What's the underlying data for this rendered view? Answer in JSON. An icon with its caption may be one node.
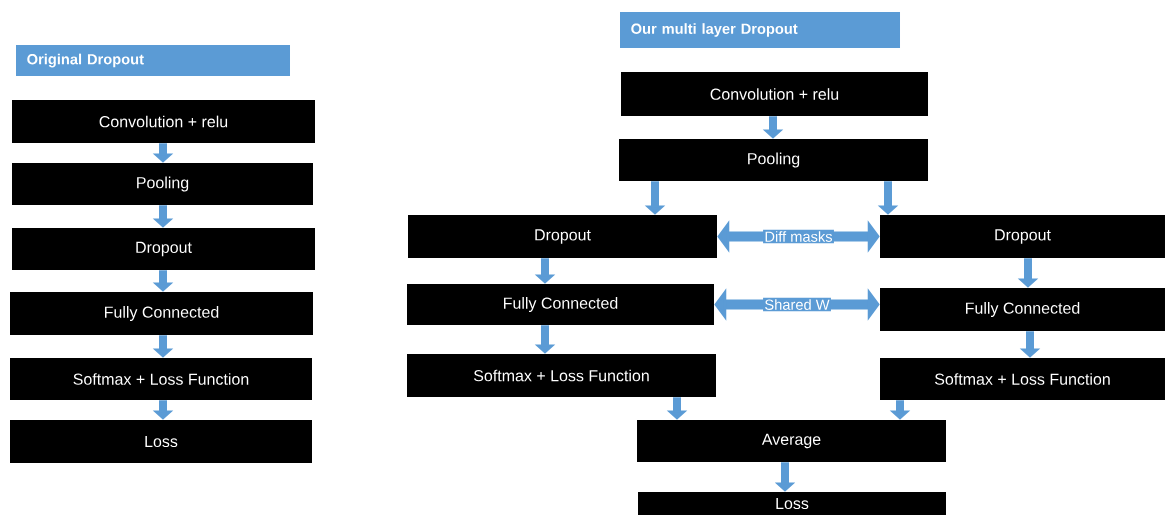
{
  "diagram": {
    "nodes": [
      {
        "text": [
          "Original Dropout"
        ]
      },
      {
        "text": [
          "Convolution + relu"
        ]
      },
      {
        "text": [
          "Pooling"
        ]
      },
      {
        "text": [
          "Dropout"
        ]
      },
      {
        "text": [
          "Fully Connected"
        ]
      },
      {
        "text": [
          "Softmax + Loss Function"
        ]
      },
      {
        "text": [
          "Loss"
        ]
      },
      {
        "text": [
          "Our multi layer Dropout"
        ]
      },
      {
        "text": [
          "Convolution + relu"
        ]
      },
      {
        "text": [
          "Pooling"
        ]
      },
      {
        "text": [
          "Dropout"
        ]
      },
      {
        "text": [
          "Dropout"
        ]
      },
      {
        "text": [
          "Fully Connected"
        ]
      },
      {
        "text": [
          "Fully Connected"
        ]
      },
      {
        "text": [
          "Softmax + Loss Function"
        ]
      },
      {
        "text": [
          "Softmax + Loss Function"
        ]
      },
      {
        "text": [
          "Average"
        ]
      },
      {
        "text": [
          "Loss"
        ]
      }
    ],
    "edges": [
      {
        "from": 1,
        "to": 2,
        "arrow": "to"
      },
      {
        "from": 2,
        "to": 3,
        "arrow": "to"
      },
      {
        "from": 3,
        "to": 4,
        "arrow": "to"
      },
      {
        "from": 4,
        "to": 5,
        "arrow": "to"
      },
      {
        "from": 5,
        "to": 6,
        "arrow": "to"
      },
      {
        "from": 8,
        "to": 9,
        "arrow": "to"
      },
      {
        "from": 9,
        "to": 10,
        "arrow": "to"
      },
      {
        "from": 9,
        "to": 11,
        "arrow": "to"
      },
      {
        "from": 10,
        "to": 11,
        "arrow": "both",
        "label": "Diff masks"
      },
      {
        "from": 10,
        "to": 12,
        "arrow": "to"
      },
      {
        "from": 12,
        "to": 13,
        "arrow": "both",
        "label": "Shared W"
      },
      {
        "from": 11,
        "to": 13,
        "arrow": "to"
      },
      {
        "from": 12,
        "to": 14,
        "arrow": "to"
      },
      {
        "from": 13,
        "to": 15,
        "arrow": "to"
      },
      {
        "from": 14,
        "to": 16,
        "arrow": "to"
      },
      {
        "from": 15,
        "to": 16,
        "arrow": "to"
      },
      {
        "from": 16,
        "to": 17,
        "arrow": "to"
      }
    ]
  }
}
